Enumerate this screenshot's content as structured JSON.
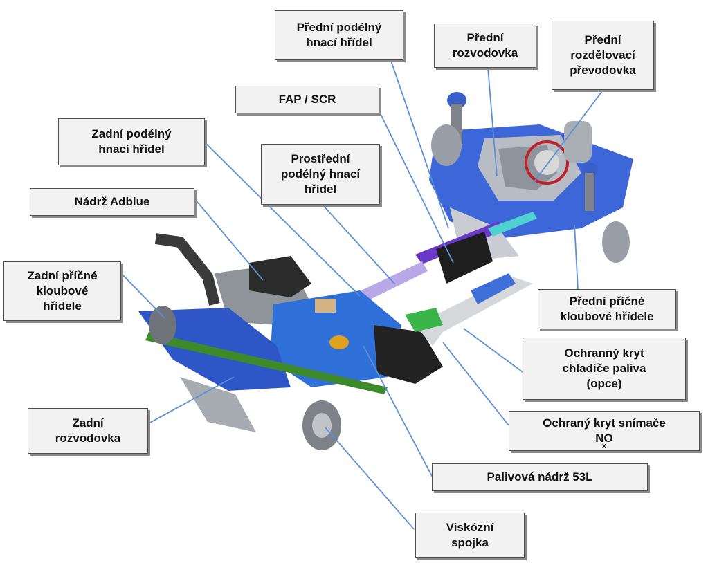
{
  "labels": {
    "front_longitudinal_shaft": [
      "Přední podélný",
      "hnací hřídel"
    ],
    "front_axle_drive": [
      "Přední",
      "rozvodovka"
    ],
    "front_transfer_case": [
      "Přední",
      "rozdělovací",
      "převodovka"
    ],
    "fap_scr": [
      "FAP / SCR"
    ],
    "rear_longitudinal_shaft": [
      "Zadní podélný",
      "hnací hřídel"
    ],
    "middle_longitudinal_shaft": [
      "Prostřední",
      "podélný hnací",
      "hřídel"
    ],
    "adblue_tank": [
      "Nádrž Adblue"
    ],
    "rear_cv_shafts": [
      "Zadní příčné",
      "kloubové",
      "hřídele"
    ],
    "front_cv_shafts": [
      "Přední příčné",
      "kloubové hřídele"
    ],
    "fuel_cooler_guard": [
      "Ochranný kryt",
      "chladiče paliva",
      "(opce)"
    ],
    "nox_sensor_guard": [
      "Ochraný kryt snímače",
      "NO",
      "x"
    ],
    "rear_axle_drive": [
      "Zadní",
      "rozvodovka"
    ],
    "fuel_tank": [
      "Palivová nádrž 53L"
    ],
    "viscous_coupling": [
      "Viskózní",
      "spojka"
    ]
  },
  "colors": {
    "leader_line": "#5b8fd6",
    "chassis_blue": "#2f5fd0",
    "label_bg": "#f2f2f2",
    "label_border": "#4d4d4d"
  }
}
